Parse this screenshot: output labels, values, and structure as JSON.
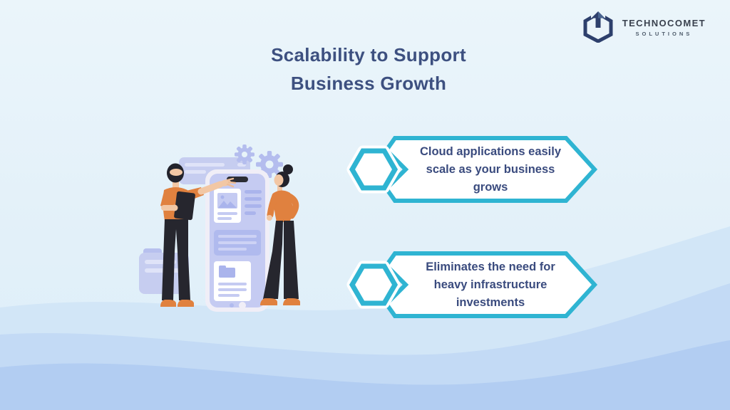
{
  "header": {
    "logo": {
      "name": "TECHNOCOMET",
      "tagline": "SOLUTIONS"
    }
  },
  "title": {
    "line1": "Scalability to Support",
    "line2": "Business Growth"
  },
  "callouts": [
    {
      "text": "Cloud applications easily scale as your business grows"
    },
    {
      "text": "Eliminates the need for heavy infrastructure investments"
    }
  ],
  "colors": {
    "accent_teal": "#2fb4d2",
    "title_text": "#3d5080",
    "callout_text": "#3a4b7e",
    "logo_navy": "#2d3f6c",
    "illustration_orange": "#e0813f",
    "illustration_dark": "#26262e",
    "illustration_skin": "#f2c7a4",
    "illustration_lavender": "#c5cbf2",
    "wave_light": "#d2e6f7",
    "wave_mid": "#c3daf5",
    "wave_deep": "#b2cdf2",
    "background_top": "#ebf5fa"
  },
  "icons": {
    "logo_mark": "hexagon-up-arrow",
    "callout_bullet": "hexagon-outline",
    "illustration_parts": [
      "gears",
      "smartphone-app-screen",
      "man-with-tablet",
      "woman-hand-on-hip"
    ]
  }
}
